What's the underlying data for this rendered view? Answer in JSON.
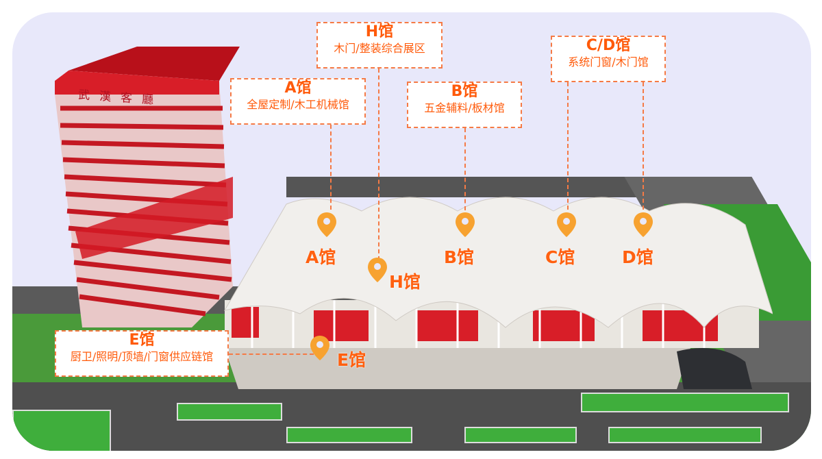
{
  "building_sign": "武漢客廳",
  "callouts": {
    "h": {
      "title": "H馆",
      "subtitle": "木门/整装综合展区"
    },
    "a": {
      "title": "A馆",
      "subtitle": "全屋定制/木工机械馆"
    },
    "b": {
      "title": "B馆",
      "subtitle": "五金辅料/板材馆"
    },
    "cd": {
      "title": "C/D馆",
      "subtitle": "系统门窗/木门馆"
    },
    "e": {
      "title": "E馆",
      "subtitle": "厨卫/照明/顶墙/门窗供应链馆"
    }
  },
  "markers": {
    "a": "A馆",
    "h": "H馆",
    "b": "B馆",
    "c": "C馆",
    "d": "D馆",
    "e": "E馆"
  },
  "colors": {
    "accent": "#ff5a0a",
    "pin": "#f7a230",
    "background": "#e8e8fa",
    "tower": "#c0141e"
  }
}
